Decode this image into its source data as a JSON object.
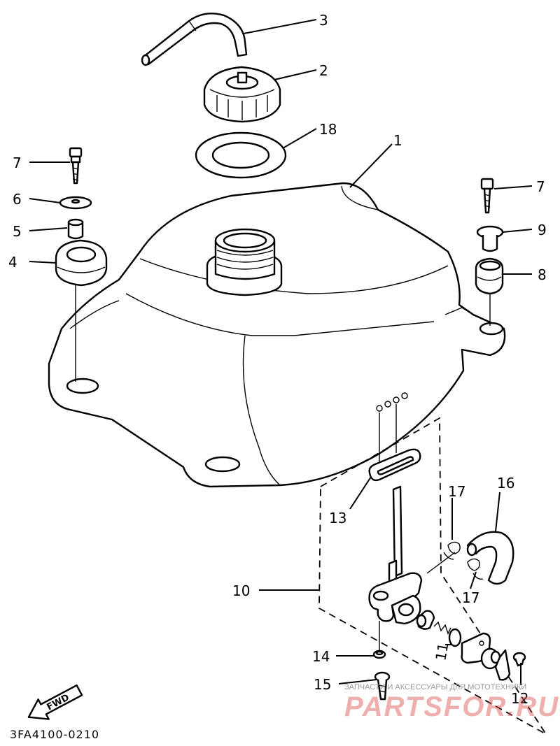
{
  "callouts": [
    {
      "id": "1",
      "text": "1"
    },
    {
      "id": "2",
      "text": "2"
    },
    {
      "id": "3",
      "text": "3"
    },
    {
      "id": "4",
      "text": "4"
    },
    {
      "id": "5",
      "text": "5"
    },
    {
      "id": "6",
      "text": "6"
    },
    {
      "id": "7a",
      "text": "7"
    },
    {
      "id": "7b",
      "text": "7"
    },
    {
      "id": "8",
      "text": "8"
    },
    {
      "id": "9",
      "text": "9"
    },
    {
      "id": "10",
      "text": "10"
    },
    {
      "id": "11",
      "text": "11"
    },
    {
      "id": "12",
      "text": "12"
    },
    {
      "id": "13",
      "text": "13"
    },
    {
      "id": "14",
      "text": "14"
    },
    {
      "id": "15",
      "text": "15"
    },
    {
      "id": "16",
      "text": "16"
    },
    {
      "id": "17a",
      "text": "17"
    },
    {
      "id": "17b",
      "text": "17"
    },
    {
      "id": "18",
      "text": "18"
    }
  ],
  "diagram_code": "3FA4100-0210",
  "direction_label": "FWD",
  "watermark": {
    "tagline": "ЗАПЧАСТИ И АКСЕССУАРЫ ДЛЯ МОТОТЕХНИКИ",
    "brand": "PARTSFOR.RU",
    "color": "#e05050"
  }
}
